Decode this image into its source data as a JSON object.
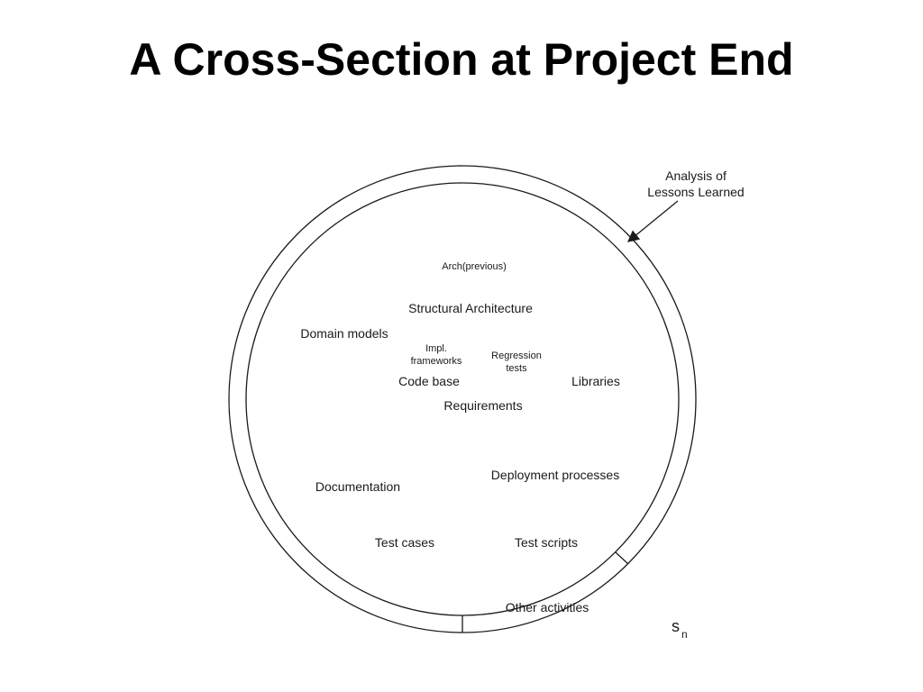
{
  "slide": {
    "title": "A Cross-Section at Project End"
  },
  "diagram": {
    "callout": {
      "line1": "Analysis  of",
      "line2": "Lessons Learned"
    },
    "inner_labels": {
      "arch_previous": "Arch(previous)",
      "structural_architecture": "Structural Architecture",
      "domain_models": "Domain models",
      "impl_frameworks_line1": "Impl.",
      "impl_frameworks_line2": "frameworks",
      "regression_tests_line1": "Regression",
      "regression_tests_line2": "tests",
      "code_base": "Code base",
      "libraries": "Libraries",
      "requirements": "Requirements",
      "deployment_processes": "Deployment processes",
      "documentation": "Documentation",
      "test_cases": "Test cases",
      "test_scripts": "Test scripts"
    },
    "ring_labels": {
      "other_activities": "Other activities"
    },
    "state_label": {
      "base": "s",
      "subscript": "n"
    },
    "colors": {
      "stroke": "#1a1a1a",
      "text": "#1a1a1a"
    }
  }
}
